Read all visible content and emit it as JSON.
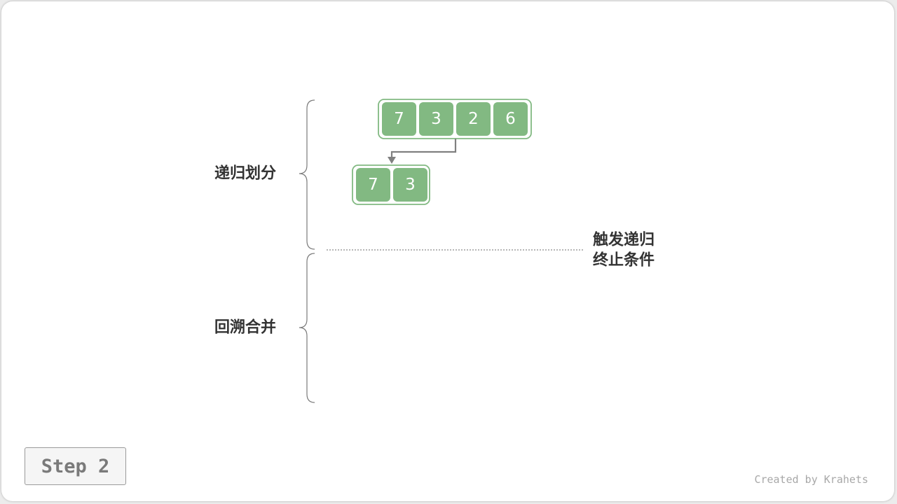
{
  "labels": {
    "recursive_divide": "递归划分",
    "backtrack_merge": "回溯合并",
    "termination_line1": "触发递归",
    "termination_line2": "终止条件"
  },
  "arrays": {
    "top": [
      "7",
      "3",
      "2",
      "6"
    ],
    "left_child": [
      "7",
      "3"
    ]
  },
  "step_label": "Step 2",
  "credit": "Created by Krahets",
  "colors": {
    "cell_fill": "#82b982",
    "cell_border": "#6aa66a",
    "arrow": "#808080",
    "label_text": "#333333"
  }
}
